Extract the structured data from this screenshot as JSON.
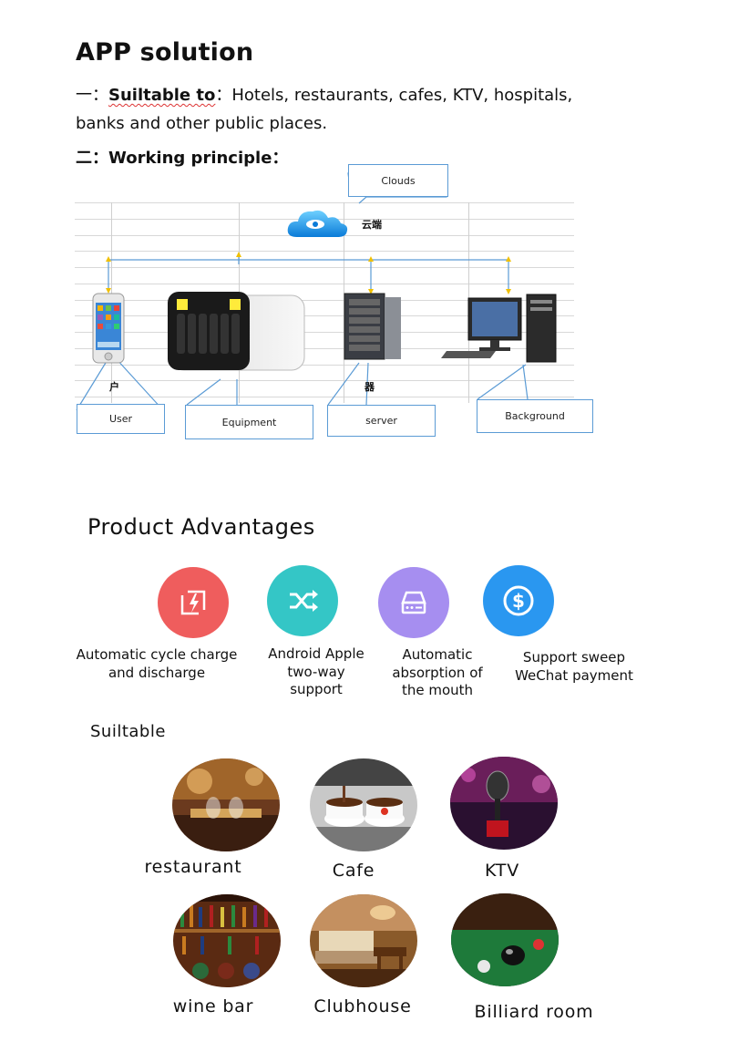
{
  "header": {
    "title": "APP solution",
    "line1_prefix": "一：",
    "line1_bold": "Suiltable to",
    "line1_rest": "：Hotels, restaurants, cafes, KTV, hospitals,",
    "line2": "banks and other public places.",
    "line3": "二：Working principle："
  },
  "diagram": {
    "clouds_label": "Clouds",
    "cloud_text": "云端",
    "boxes": [
      {
        "label": "User"
      },
      {
        "label": "Equipment"
      },
      {
        "label": "server"
      },
      {
        "label": "Background"
      }
    ],
    "server_glyph": "器",
    "user_glyph": "户"
  },
  "advantages": {
    "title": "Product Advantages",
    "items": [
      {
        "icon": "charge-cycle-icon",
        "color": "#ef5d5d",
        "lines": [
          "Automatic cycle charge",
          "and discharge"
        ]
      },
      {
        "icon": "shuffle-icon",
        "color": "#34c6c6",
        "lines": [
          "Android Apple",
          "two-way",
          "support"
        ]
      },
      {
        "icon": "drive-icon",
        "color": "#a68ef0",
        "lines": [
          "Automatic",
          "absorption of",
          "the mouth"
        ]
      },
      {
        "icon": "dollar-coin-icon",
        "color": "#2a97f0",
        "lines": [
          "Support sweep",
          "WeChat payment"
        ]
      }
    ]
  },
  "suitable": {
    "title": "Suiltable",
    "places": [
      {
        "label": "restaurant"
      },
      {
        "label": "Cafe"
      },
      {
        "label": "KTV"
      },
      {
        "label": "wine bar"
      },
      {
        "label": "Clubhouse"
      },
      {
        "label": "Billiard room"
      }
    ]
  }
}
